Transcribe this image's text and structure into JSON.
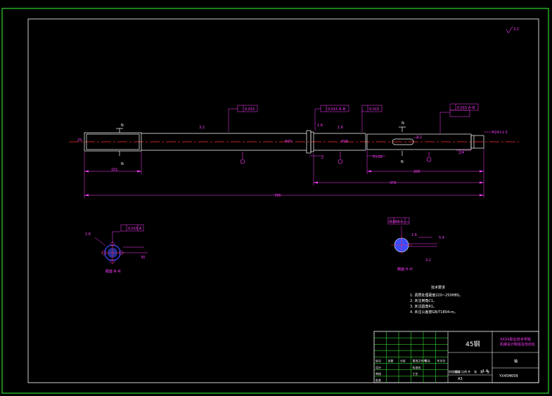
{
  "drawing": {
    "colors": {
      "background": "#000000",
      "outer_border": "#3cff3c",
      "frame": "#ffffff",
      "dimension": "#ff3cff",
      "centerline": "#ff2a2a",
      "outline": "#ffffff",
      "symbol": "#ff3cff",
      "title_grid": "#3cff3c",
      "accent_blue": "#3c4cff"
    },
    "roughness_corner": "3.2",
    "dims": {
      "d_left_major": "25",
      "len_spline": "101",
      "total_length": "795",
      "len_right_part": "376",
      "len_key_part": "200",
      "thread_label": "M24×1.5",
      "len_thread_gap": "2/4",
      "dia_mid": "Φ35",
      "dia_shoulder": "Φ36",
      "keyway_width": "5×20",
      "width_small": "2",
      "rough_a": "3.2",
      "rough_b": "1.6",
      "rough_c": "1.6",
      "rough_d": "3.2"
    },
    "tolerances": {
      "tol_runout_left": "0.015",
      "tol_runout_mid": "0.015 A–B",
      "tol_circ_mid": "0.015",
      "tol_right": "0.015 A–B"
    },
    "section_labels": {
      "n_top_left": "N",
      "n_bottom_left": "N",
      "n_top_right": "N",
      "n_bottom_right": "N"
    },
    "sections": {
      "left_title": "截面 N–N",
      "left_tol": "0.015 A",
      "left_rough_a": "1.6",
      "left_dim": "30",
      "right_title": "截面 H–H",
      "right_tol": "0.015 C",
      "right_dim_a": "1.6",
      "right_dim_b": "3.2",
      "right_dim_c": "5.4"
    },
    "tech_notes": {
      "title": "技术要求",
      "lines": [
        "1. 调质处理硬度220~250HBS。",
        "2. 未注倒角C1。",
        "3. 未注圆角R1。",
        "4. 未注公差按GB/T1804-m。"
      ]
    },
    "title_block": {
      "material": "45钢",
      "company_line1": "XXXX职业技术学院",
      "company_line2": "机械设计制造及自动化",
      "part_name": "轴",
      "drawing_no": "YX45M009",
      "scale": "1:4",
      "sheet": "A3",
      "cell_labels": [
        "标记",
        "处数",
        "分区",
        "更改文件号",
        "签名",
        "年月日",
        "设计",
        "标准化",
        "审核",
        "工艺",
        "批准",
        "阶段标记",
        "重量",
        "比例",
        "共",
        "张",
        "第",
        "张"
      ]
    }
  }
}
